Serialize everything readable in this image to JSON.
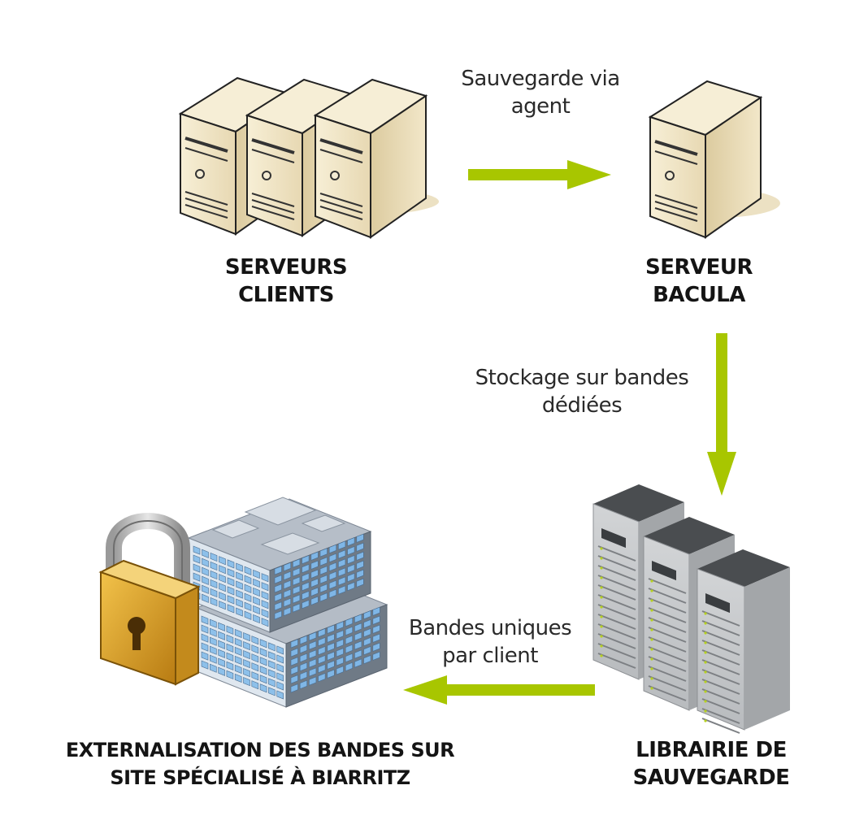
{
  "nodes": {
    "clients": {
      "line1": "SERVEURS",
      "line2": "CLIENTS",
      "icon": "server-tower-icon"
    },
    "bacula": {
      "line1": "SERVEUR",
      "line2": "BACULA",
      "icon": "server-tower-icon"
    },
    "library": {
      "line1": "LIBRAIRIE DE",
      "line2": "SAUVEGARDE",
      "icon": "tape-library-rack-icon"
    },
    "offsite": {
      "line1": "EXTERNALISATION DES BANDES SUR",
      "line2": "SITE SPÉCIALISÉ À BIARRITZ",
      "icon": "secure-building-padlock-icon"
    }
  },
  "edges": {
    "backup": {
      "line1": "Sauvegarde via",
      "line2": "agent",
      "direction": "right"
    },
    "storage": {
      "line1": "Stockage sur bandes",
      "line2": "dédiées",
      "direction": "down"
    },
    "offsite": {
      "line1": "Bandes uniques",
      "line2": "par client",
      "direction": "left"
    }
  },
  "colors": {
    "arrow": "#a8c600",
    "server_face": "#efe4c8",
    "server_shadow": "#e8dcbc",
    "rack": "#9ea1a4",
    "building": "#8f9aa8",
    "window": "#7fb6e6",
    "padlock": "#d8a22a"
  }
}
